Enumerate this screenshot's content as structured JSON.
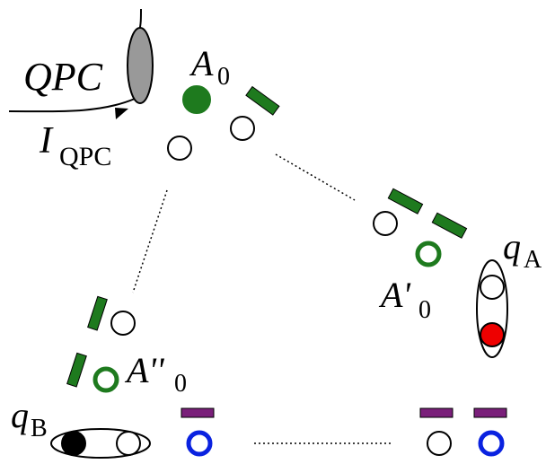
{
  "labels": {
    "qpc": "QPC",
    "i_qpc_symbol": "I",
    "i_qpc_sub": "QPC",
    "a0_symbol": "A",
    "a0_sub": "0",
    "a0p_symbol": "A'",
    "a0p_sub": "0",
    "a0pp_symbol": "A''",
    "a0pp_sub": "0",
    "qa_symbol": "q",
    "qa_sub": "A",
    "qb_symbol": "q",
    "qb_sub": "B"
  },
  "colors": {
    "green": "#1e7a1e",
    "purple": "#7a1f7a",
    "blue": "#0a22e0",
    "red": "#ee0000",
    "gray": "#999999",
    "black": "#000000"
  }
}
